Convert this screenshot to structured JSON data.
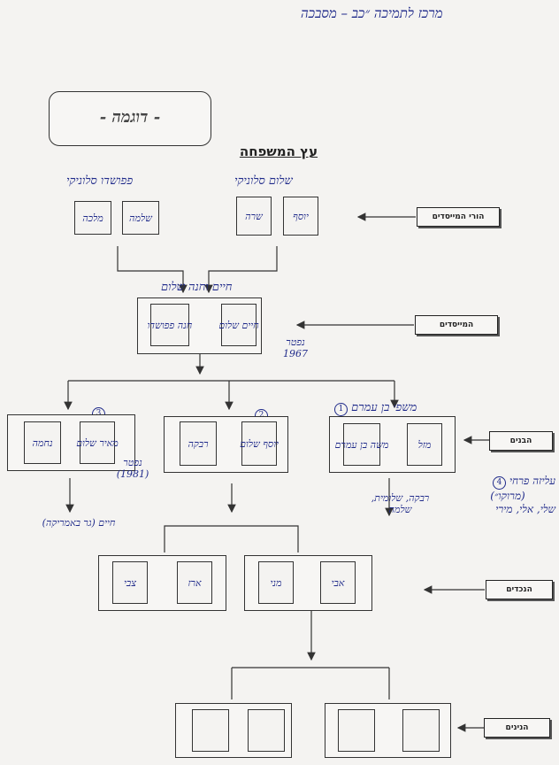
{
  "header_note": "מרכז לתמיכה ״כב – מסבכה",
  "badge": "- דוגמה -",
  "title": "עץ המשפחה",
  "row_labels": {
    "founders_parents": "הורי המייסדים",
    "founders": "המייסדים",
    "children": "הבנים",
    "grandchildren": "הנכדים",
    "great_grandchildren": "הנינים"
  },
  "founders_parents": {
    "left_family": "פפושדו סלוניקי",
    "left_members": [
      "מלכה",
      "שלמה"
    ],
    "right_family": "שלום סלוניקי",
    "right_members": [
      "שרה",
      "יוסף"
    ]
  },
  "founders": {
    "heading": "חיים וחנה שלום",
    "members": [
      "חנה פפושדו",
      "חיים שלום"
    ],
    "note": "נפטר 1967"
  },
  "children": [
    {
      "number": "1",
      "heading": "משפ׳ בן עמרם",
      "members": [
        "משה בן עמרם",
        "מזל"
      ]
    },
    {
      "number": "2",
      "heading": "",
      "members": [
        "רבקה",
        "יוסף שלום"
      ]
    },
    {
      "number": "3",
      "heading": "",
      "members": [
        "נחמה",
        "מאיר שלום"
      ],
      "note": "נפטר (1981)"
    }
  ],
  "children_notes": {
    "left_branch": "חיים (גר באמריקה)",
    "right_branch": "רבקה, שלומית, שלמה",
    "side_note_number": "4",
    "side_note_line1": "עליזה פרחי",
    "side_note_line2": "(מרוקו״)",
    "side_note_line3": "שלי, אלי, מירי"
  },
  "grandchildren": {
    "left_pair": [
      "ארז",
      "צבי"
    ],
    "right_pair": [
      "מני",
      "אבי"
    ]
  },
  "great_grandchildren": {
    "left_pair": [
      "",
      ""
    ],
    "right_pair": [
      "",
      ""
    ]
  }
}
